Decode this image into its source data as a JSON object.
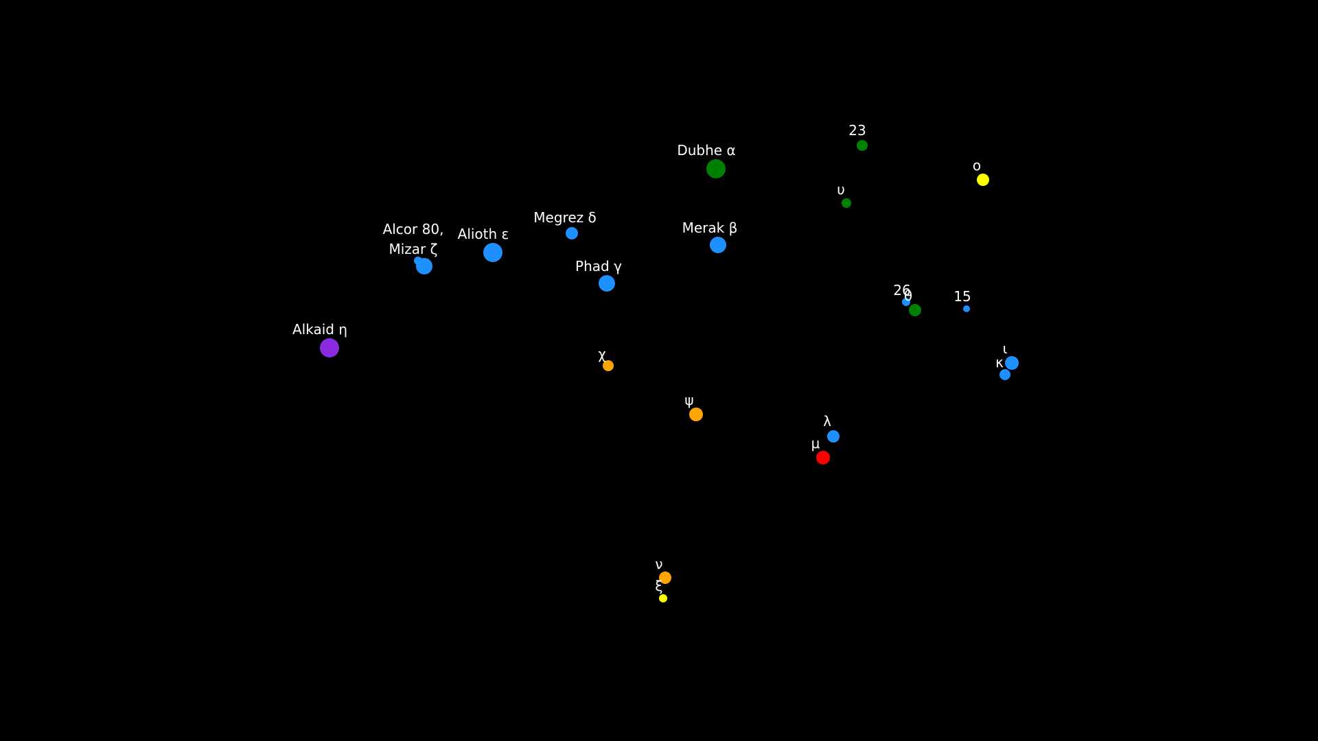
{
  "colors": {
    "background": "#000000",
    "label": "#ffffff",
    "blue": "#1e90ff",
    "green": "#008000",
    "orange": "#ffa500",
    "yellow": "#ffff00",
    "red": "#ff0000",
    "purple": "#8a2be2"
  },
  "stars": [
    {
      "id": "dubhe",
      "label": "Dubhe α",
      "color": "green"
    },
    {
      "id": "merak",
      "label": "Merak β",
      "color": "blue"
    },
    {
      "id": "phad",
      "label": "Phad γ",
      "color": "blue"
    },
    {
      "id": "megrez",
      "label": "Megrez δ",
      "color": "blue"
    },
    {
      "id": "alioth",
      "label": "Alioth ε",
      "color": "blue"
    },
    {
      "id": "mizar",
      "label": "Mizar ζ",
      "color": "blue"
    },
    {
      "id": "alcor",
      "label": "Alcor 80,",
      "color": "blue"
    },
    {
      "id": "alkaid",
      "label": "Alkaid η",
      "color": "purple"
    },
    {
      "id": "s23",
      "label": "23",
      "color": "green"
    },
    {
      "id": "omicron",
      "label": "ο",
      "color": "yellow"
    },
    {
      "id": "upsilon",
      "label": "υ",
      "color": "green"
    },
    {
      "id": "s26",
      "label": "26",
      "color": "blue"
    },
    {
      "id": "theta",
      "label": "θ",
      "color": "green"
    },
    {
      "id": "s15",
      "label": "15",
      "color": "blue"
    },
    {
      "id": "iota",
      "label": "ι",
      "color": "blue"
    },
    {
      "id": "kappa",
      "label": "κ",
      "color": "blue"
    },
    {
      "id": "chi",
      "label": "χ",
      "color": "orange"
    },
    {
      "id": "psi",
      "label": "ψ",
      "color": "orange"
    },
    {
      "id": "lambda",
      "label": "λ",
      "color": "blue"
    },
    {
      "id": "mu",
      "label": "μ",
      "color": "red"
    },
    {
      "id": "nu",
      "label": "ν",
      "color": "orange"
    },
    {
      "id": "xi",
      "label": "ξ",
      "color": "yellow"
    }
  ]
}
